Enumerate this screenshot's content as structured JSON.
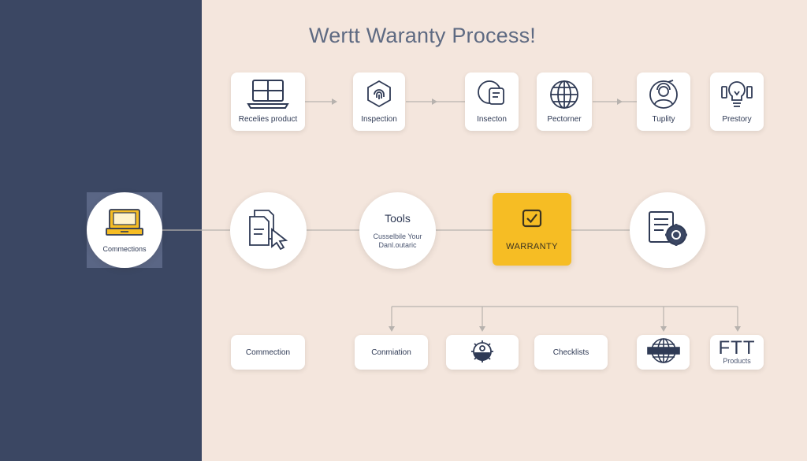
{
  "title": "Wertt Waranty Process!",
  "colors": {
    "side_panel": "#3b4763",
    "background": "#f4e6dd",
    "accent": "#f6bd24",
    "icon_stroke": "#2f3a55"
  },
  "top_row": [
    {
      "label": "Recelies product",
      "icon": "laptop-icon"
    },
    {
      "label": "Inspection",
      "icon": "fingerprint-shield-icon"
    },
    {
      "label": "Insecton",
      "icon": "document-chat-icon"
    },
    {
      "label": "Pectorner",
      "icon": "globe-icon"
    },
    {
      "label": "Tuplity",
      "icon": "person-headset-icon"
    },
    {
      "label": "Prestory",
      "icon": "lightbulb-icon"
    }
  ],
  "middle_row": {
    "connections": {
      "label": "Commections",
      "icon": "yellow-device-icon"
    },
    "documents": {
      "icon": "documents-cursor-icon"
    },
    "tools": {
      "title": "Tools",
      "subtitle_line1": "Cusselbile Your",
      "subtitle_line2": "Danl.outaric"
    },
    "warranty": {
      "label": "WARRANTY",
      "icon": "checkbox-icon"
    },
    "report": {
      "icon": "report-gear-icon"
    }
  },
  "bottom_row": [
    {
      "label": "Commection"
    },
    {
      "label": "Conmiation"
    },
    {
      "label": "",
      "icon": "gear-gauge-icon"
    },
    {
      "label": "Checklists"
    },
    {
      "label": "",
      "icon": "globe-badge-icon"
    },
    {
      "big": "FTT",
      "small": "Products"
    }
  ]
}
